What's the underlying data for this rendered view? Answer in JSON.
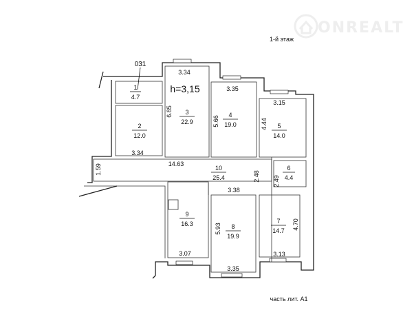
{
  "floor_label": "1-й этаж",
  "part_label": "часть лит. А1",
  "entrance_label": "031",
  "ceiling_height": "h=3,15",
  "watermark": "ONREALT",
  "rooms": [
    {
      "number": "1",
      "area": "4.7"
    },
    {
      "number": "2",
      "area": "12.0"
    },
    {
      "number": "3",
      "area": "22.9"
    },
    {
      "number": "4",
      "area": "19.0"
    },
    {
      "number": "5",
      "area": "14.0"
    },
    {
      "number": "6",
      "area": "4.4"
    },
    {
      "number": "7",
      "area": "14.7"
    },
    {
      "number": "8",
      "area": "19.9"
    },
    {
      "number": "9",
      "area": "16.3"
    },
    {
      "number": "10",
      "area": "25.4"
    }
  ],
  "dimensions": {
    "room3_width": "3.34",
    "room3_length": "6.85",
    "room4_width": "3.35",
    "room4_length": "5.66",
    "room5_width": "3.15",
    "room5_length": "4.44",
    "room2_width": "3.34",
    "corridor_length": "14.63",
    "corridor_width": "1.59",
    "corridor_side": "2.48",
    "room6_length": "2.49",
    "room8_top": "3.38",
    "room8_length": "5.93",
    "room8_width": "3.35",
    "room9_width": "3.07",
    "room7_width": "3.13",
    "room7_length": "4.70"
  }
}
